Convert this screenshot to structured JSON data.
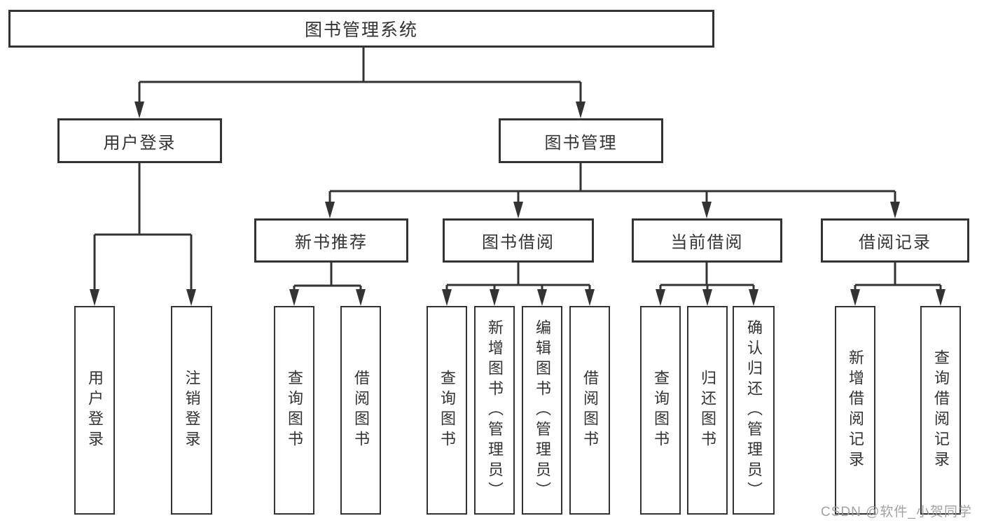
{
  "diagram": {
    "root": "图书管理系统",
    "level1": [
      "用户登录",
      "图书管理"
    ],
    "level2": [
      "新书推荐",
      "图书借阅",
      "当前借阅",
      "借阅记录"
    ],
    "leaves_user_login": [
      "用户登录",
      "注销登录"
    ],
    "leaves_new_books": [
      "查询图书",
      "借阅图书"
    ],
    "leaves_book_borrow": [
      "查询图书",
      "新增图书（管理员）",
      "编辑图书（管理员）",
      "借阅图书"
    ],
    "leaves_current_borrow": [
      "查询图书",
      "归还图书",
      "确认归还（管理员）"
    ],
    "leaves_borrow_records": [
      "新增借阅记录",
      "查询借阅记录"
    ],
    "watermark": "CSDN @软件_小贺同学",
    "colors": {
      "line": "#333333",
      "box_border": "#333333",
      "box_fill": "#ffffff",
      "text": "#333333",
      "watermark": "#9a9a9a",
      "background": "#ffffff"
    }
  }
}
